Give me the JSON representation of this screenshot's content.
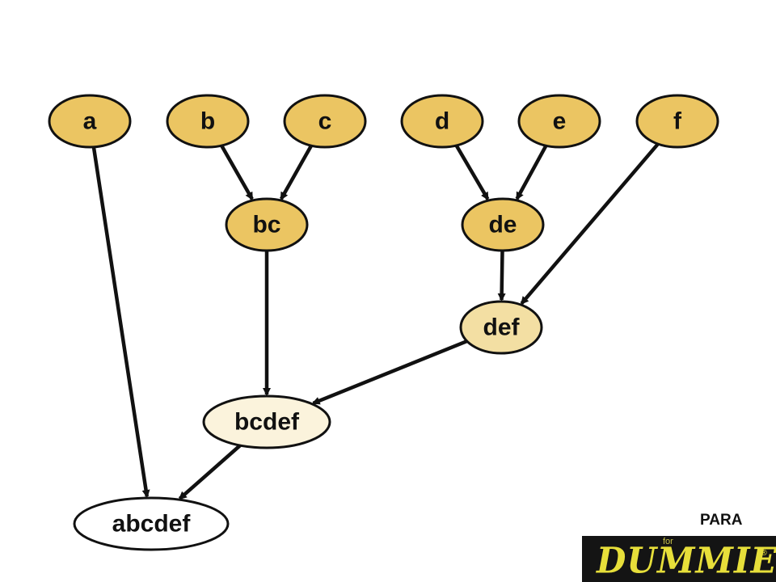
{
  "diagram": {
    "nodes": [
      {
        "id": "a",
        "label": "a",
        "shade": "leaf"
      },
      {
        "id": "b",
        "label": "b",
        "shade": "leaf"
      },
      {
        "id": "c",
        "label": "c",
        "shade": "leaf"
      },
      {
        "id": "d",
        "label": "d",
        "shade": "leaf"
      },
      {
        "id": "e",
        "label": "e",
        "shade": "leaf"
      },
      {
        "id": "f",
        "label": "f",
        "shade": "leaf"
      },
      {
        "id": "bc",
        "label": "bc",
        "shade": "leaf"
      },
      {
        "id": "de",
        "label": "de",
        "shade": "leaf"
      },
      {
        "id": "def",
        "label": "def",
        "shade": "light"
      },
      {
        "id": "bcdef",
        "label": "bcdef",
        "shade": "pale"
      },
      {
        "id": "abcdef",
        "label": "abcdef",
        "shade": "white"
      }
    ],
    "edges": [
      {
        "from": "b",
        "to": "bc"
      },
      {
        "from": "c",
        "to": "bc"
      },
      {
        "from": "d",
        "to": "de"
      },
      {
        "from": "e",
        "to": "de"
      },
      {
        "from": "de",
        "to": "def"
      },
      {
        "from": "f",
        "to": "def"
      },
      {
        "from": "bc",
        "to": "bcdef"
      },
      {
        "from": "def",
        "to": "bcdef"
      },
      {
        "from": "a",
        "to": "abcdef"
      },
      {
        "from": "bcdef",
        "to": "abcdef"
      }
    ],
    "colors": {
      "leaf": "#ebc562",
      "light": "#f3dfa3",
      "pale": "#fbf3dc",
      "white": "#ffffff",
      "stroke": "#111111",
      "arrow": "#111111"
    }
  },
  "footer": {
    "para_label": "PARA",
    "logo": {
      "brand": "DUMMIES",
      "prefix": "for",
      "mark": "®",
      "background": "#141414",
      "text_color": "#e7df3a"
    }
  }
}
